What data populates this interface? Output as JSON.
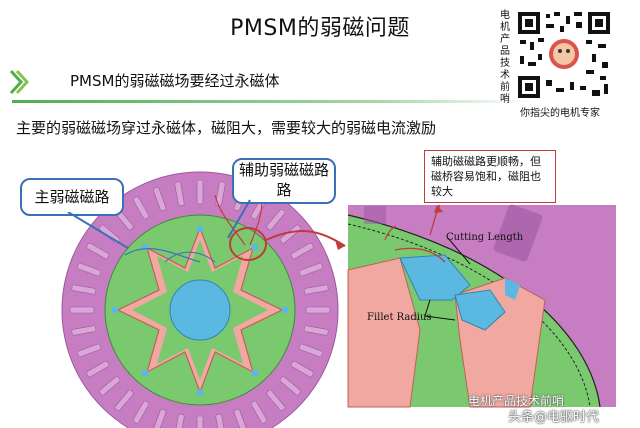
{
  "title": "PMSM的弱磁问题",
  "subtitle": "PMSM的弱磁磁场要经过永磁体",
  "statement": "主要的弱磁磁场穿过永磁体，磁阻大，需要较大的弱磁电流激励",
  "qr": {
    "side_text": "电机产品技术前哨",
    "caption": "你指尖的电机专家"
  },
  "callouts": {
    "main_path": "主弱磁磁路",
    "aux_path": "辅助弱磁磁路",
    "aux_note": "辅助磁磁路更顺畅，但磁桥容易饱和，磁阻也较大"
  },
  "zoom_labels": {
    "cutting_length": "Cutting Length",
    "fillet_radius": "Fillet Radius"
  },
  "watermark": {
    "line1": "电机产品技术前哨",
    "line2": "头条@电驱时代"
  },
  "colors": {
    "stator": "#c77dc2",
    "rotor": "#7bc96f",
    "magnet": "#f0a8a0",
    "shaft": "#5bb8e0",
    "accent_green": "#4caf50",
    "callout_blue": "#3b6fb8",
    "callout_red": "#c23a3a"
  }
}
